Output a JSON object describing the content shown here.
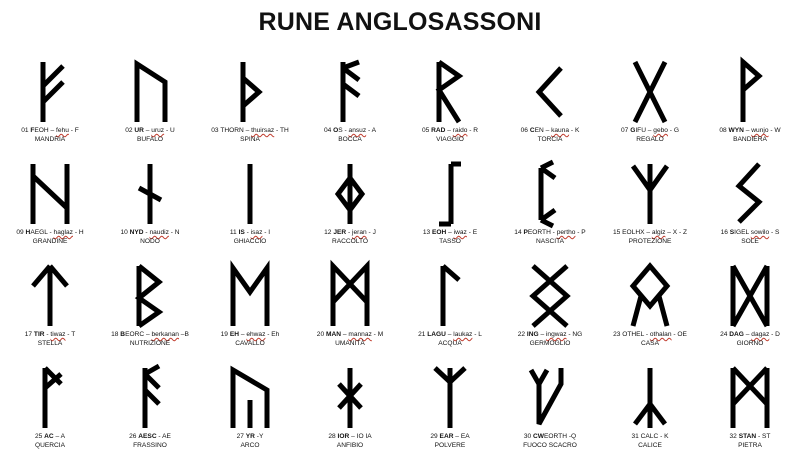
{
  "title": "RUNE ANGLOSASSONI",
  "runes": [
    {
      "num": "01",
      "name_pre": "F",
      "name_bold": "",
      "name_post": "EOH",
      "sep": " – ",
      "gloss": "fehu",
      "sep2": " - ",
      "sound": "F",
      "meaning": "MANDRIA",
      "icon": "rune-feoh-icon"
    },
    {
      "num": "02",
      "name_pre": "",
      "name_bold": "UR",
      "name_post": "",
      "sep": " – ",
      "gloss": "uruz",
      "sep2": " - ",
      "sound": "U",
      "meaning": "BUFALO",
      "icon": "rune-ur-icon"
    },
    {
      "num": "03",
      "name_pre": "",
      "name_bold": "",
      "name_post": "THORN",
      "sep": " – ",
      "gloss": "thuirsaz",
      "sep2": " - ",
      "sound": "TH",
      "meaning": "SPINA",
      "icon": "rune-thorn-icon"
    },
    {
      "num": "04",
      "name_pre": "",
      "name_bold": "O",
      "name_post": "S",
      "sep": " - ",
      "gloss": "ansuz",
      "sep2": " - ",
      "sound": "A",
      "meaning": "BOCCA",
      "icon": "rune-os-icon"
    },
    {
      "num": "05",
      "name_pre": "",
      "name_bold": "RAD",
      "name_post": "",
      "sep": " – ",
      "gloss": "raido",
      "sep2": " - ",
      "sound": "R",
      "meaning": "VIAGGIO",
      "icon": "rune-rad-icon"
    },
    {
      "num": "06",
      "name_pre": "",
      "name_bold": "C",
      "name_post": "EN",
      "sep": " – ",
      "gloss": "kauna",
      "sep2": " - ",
      "sound": "K",
      "meaning": "TORCIA",
      "icon": "rune-cen-icon"
    },
    {
      "num": "07",
      "name_pre": "",
      "name_bold": "G",
      "name_post": "IFU",
      "sep": " – ",
      "gloss": "gebo",
      "sep2": " - ",
      "sound": "G",
      "meaning": "REGALO",
      "icon": "rune-gifu-icon"
    },
    {
      "num": "08",
      "name_pre": "",
      "name_bold": "WYN",
      "name_post": "",
      "sep": " – ",
      "gloss": "wunjo",
      "sep2": " - ",
      "sound": "W",
      "meaning": "BANDIERA",
      "icon": "rune-wyn-icon"
    },
    {
      "num": "09",
      "name_pre": "",
      "name_bold": "H",
      "name_post": "AEGL",
      "sep": " - ",
      "gloss": "haglaz",
      "sep2": " - ",
      "sound": "H",
      "meaning": "GRANDINE",
      "icon": "rune-haegl-icon"
    },
    {
      "num": "10",
      "name_pre": "",
      "name_bold": "NYD",
      "name_post": "",
      "sep": " - ",
      "gloss": "naudiz",
      "sep2": " - ",
      "sound": "N",
      "meaning": "NODO",
      "icon": "rune-nyd-icon"
    },
    {
      "num": "11",
      "name_pre": "",
      "name_bold": "IS",
      "name_post": "",
      "sep": " - ",
      "gloss": "isaz",
      "sep2": " - ",
      "sound": "I",
      "meaning": "GHIACCIO",
      "icon": "rune-is-icon"
    },
    {
      "num": "12",
      "name_pre": "",
      "name_bold": "JER",
      "name_post": "",
      "sep": " - ",
      "gloss": "jeran",
      "sep2": " - ",
      "sound": "J",
      "meaning": "RACCOLTO",
      "icon": "rune-jer-icon"
    },
    {
      "num": "13",
      "name_pre": "",
      "name_bold": "EOH",
      "name_post": "",
      "sep": " – ",
      "gloss": "iwaz",
      "sep2": " - ",
      "sound": "E",
      "meaning": "TASSO",
      "icon": "rune-eoh-icon"
    },
    {
      "num": "14",
      "name_pre": "",
      "name_bold": "P",
      "name_post": "EORTH",
      "sep": " - ",
      "gloss": "pertho",
      "sep2": " - ",
      "sound": "P",
      "meaning": "NASCITA",
      "icon": "rune-peorth-icon"
    },
    {
      "num": "15",
      "name_pre": "",
      "name_bold": "",
      "name_post": "EOLHX",
      "sep": " – ",
      "gloss": "algiz",
      "sep2": " – ",
      "sound": "X - Z",
      "meaning": "PROTEZIONE",
      "icon": "rune-eolhx-icon"
    },
    {
      "num": "16",
      "name_pre": "",
      "name_bold": "S",
      "name_post": "IGEL",
      "sep": " ",
      "gloss": "sowilo",
      "sep2": " - ",
      "sound": "S",
      "meaning": "SOLE",
      "icon": "rune-sigel-icon"
    },
    {
      "num": "17",
      "name_pre": "",
      "name_bold": "TIR",
      "name_post": "",
      "sep": " - ",
      "gloss": "tiwaz",
      "sep2": " - ",
      "sound": "T",
      "meaning": "STELLA",
      "icon": "rune-tir-icon"
    },
    {
      "num": "18",
      "name_pre": "",
      "name_bold": "B",
      "name_post": "EORC",
      "sep": " – ",
      "gloss": "berkanan",
      "sep2": " –",
      "sound": "B",
      "meaning": "NUTRIZIONE",
      "icon": "rune-beorc-icon"
    },
    {
      "num": "19",
      "name_pre": "",
      "name_bold": "EH",
      "name_post": "",
      "sep": " – ",
      "gloss": "ehwaz",
      "sep2": " - ",
      "sound": "Eh",
      "meaning": "CAVALLO",
      "icon": "rune-eh-icon"
    },
    {
      "num": "20",
      "name_pre": "",
      "name_bold": "MAN",
      "name_post": "",
      "sep": " – ",
      "gloss": "mannaz",
      "sep2": " - ",
      "sound": "M",
      "meaning": "UMANITÀ",
      "icon": "rune-man-icon"
    },
    {
      "num": "21",
      "name_pre": "",
      "name_bold": "LAGU",
      "name_post": "",
      "sep": " – ",
      "gloss": "laukaz",
      "sep2": " - ",
      "sound": "L",
      "meaning": "ACQUA",
      "icon": "rune-lagu-icon"
    },
    {
      "num": "22",
      "name_pre": "",
      "name_bold": "ING",
      "name_post": "",
      "sep": " – ",
      "gloss": "ingwaz",
      "sep2": " - ",
      "sound": "NG",
      "meaning": "GERMOGLIO",
      "icon": "rune-ing-icon"
    },
    {
      "num": "23",
      "name_pre": "",
      "name_bold": "",
      "name_post": "OTHEL",
      "sep": " - ",
      "gloss": "othalan",
      "sep2": " - ",
      "sound": "OE",
      "meaning": "CASA",
      "icon": "rune-othel-icon"
    },
    {
      "num": "24",
      "name_pre": "",
      "name_bold": "DAG",
      "name_post": "",
      "sep": " – ",
      "gloss": "dagaz",
      "sep2": " - ",
      "sound": "D",
      "meaning": "GIORNO",
      "icon": "rune-dag-icon"
    },
    {
      "num": "25",
      "name_pre": "",
      "name_bold": "AC",
      "name_post": "",
      "sep": " – ",
      "gloss": "",
      "sep2": "",
      "sound": "A",
      "meaning": "QUERCIA",
      "icon": "rune-ac-icon"
    },
    {
      "num": "26",
      "name_pre": "",
      "name_bold": "AESC",
      "name_post": "",
      "sep": " - ",
      "gloss": "",
      "sep2": "",
      "sound": "AE",
      "meaning": "FRASSINO",
      "icon": "rune-aesc-icon"
    },
    {
      "num": "27",
      "name_pre": "",
      "name_bold": "YR",
      "name_post": "",
      "sep": " -",
      "gloss": "",
      "sep2": "",
      "sound": "Y",
      "meaning": "ARCO",
      "icon": "rune-yr-icon"
    },
    {
      "num": "28",
      "name_pre": "",
      "name_bold": "IOR",
      "name_post": "",
      "sep": " – ",
      "gloss": "",
      "sep2": "",
      "sound": "IO IA",
      "meaning": "ANFIBIO",
      "icon": "rune-ior-icon"
    },
    {
      "num": "29",
      "name_pre": "",
      "name_bold": "EAR",
      "name_post": "",
      "sep": " – ",
      "gloss": "",
      "sep2": "",
      "sound": "EA",
      "meaning": "POLVERE",
      "icon": "rune-ear-icon"
    },
    {
      "num": "30",
      "name_pre": "",
      "name_bold": "CW",
      "name_post": "EORTH",
      "sep": " -",
      "gloss": "",
      "sep2": "",
      "sound": "Q",
      "meaning": "FUOCO SCACRO",
      "icon": "rune-cweorth-icon"
    },
    {
      "num": "31",
      "name_pre": "",
      "name_bold": "",
      "name_post": "CALC",
      "sep": " - ",
      "gloss": "",
      "sep2": "",
      "sound": "K",
      "meaning": "CALICE",
      "icon": "rune-calc-icon"
    },
    {
      "num": "32",
      "name_pre": "",
      "name_bold": "STAN",
      "name_post": "",
      "sep": " - ",
      "gloss": "",
      "sep2": "",
      "sound": "ST",
      "meaning": "PIETRA",
      "icon": "rune-stan-icon"
    }
  ]
}
